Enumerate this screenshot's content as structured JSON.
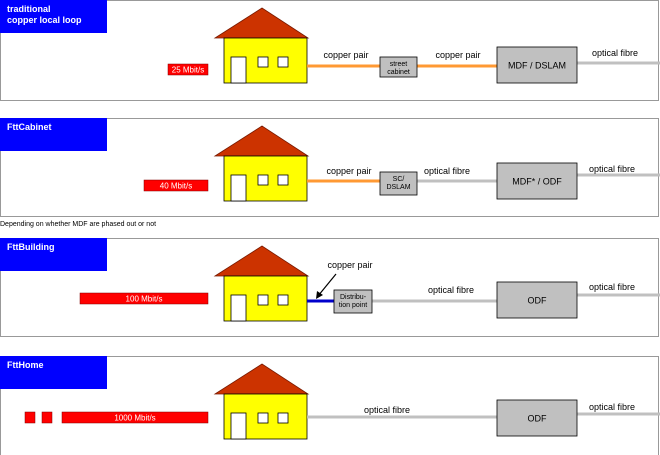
{
  "colors": {
    "badge_blue": "#0000ff",
    "speed_red": "#ff0000",
    "house_wall": "#ffff00",
    "roof": "#cc3300",
    "copper": "#ff9933",
    "fibre": "#c0c0c0",
    "drop_blue": "#0000cc",
    "box_grey": "#c0c0c0"
  },
  "panels": [
    {
      "title_lines": [
        "traditional",
        "copper local loop"
      ],
      "speed": "25 Mbit/s",
      "links": [
        {
          "label": "copper pair",
          "medium": "copper"
        },
        {
          "label": "copper pair",
          "medium": "copper"
        },
        {
          "label": "optical fibre",
          "medium": "fibre"
        }
      ],
      "node_small": [
        "street",
        "cabinet"
      ],
      "node_big": "MDF / DSLAM"
    },
    {
      "title_lines": [
        "FttCabinet"
      ],
      "speed": "40 Mbit/s",
      "links": [
        {
          "label": "copper pair",
          "medium": "copper"
        },
        {
          "label": "optical fibre",
          "medium": "fibre"
        },
        {
          "label": "optical fibre",
          "medium": "fibre"
        }
      ],
      "node_small": [
        "SC/",
        "DSLAM"
      ],
      "node_big": "MDF* / ODF"
    },
    {
      "title_lines": [
        "FttBuilding"
      ],
      "speed": "100 Mbit/s",
      "links": [
        {
          "label": "copper pair",
          "medium": "copper-drop"
        },
        {
          "label": "optical fibre",
          "medium": "fibre"
        },
        {
          "label": "optical fibre",
          "medium": "fibre"
        }
      ],
      "node_small": [
        "Distribu-",
        "tion point"
      ],
      "node_big": "ODF"
    },
    {
      "title_lines": [
        "FttHome"
      ],
      "speed": "1000 Mbit/s",
      "links": [
        {
          "label": "optical fibre",
          "medium": "fibre"
        },
        {
          "label": "optical fibre",
          "medium": "fibre"
        }
      ],
      "node_small": [],
      "node_big": "ODF"
    }
  ],
  "footnote": "Depending on whether MDF are phased out or not"
}
